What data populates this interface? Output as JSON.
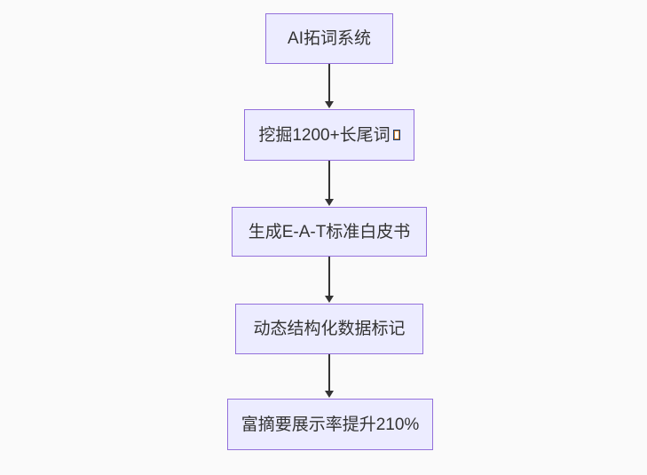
{
  "canvas": {
    "background_color": "#fafafa"
  },
  "diagram": {
    "type": "flowchart",
    "direction": "top-down",
    "node_fill_color": "#ececff",
    "node_border_color": "#9370db",
    "node_text_color": "#333333",
    "arrow_color": "#333333",
    "nodes": [
      {
        "id": "node-1",
        "label": "AI拓词系统"
      },
      {
        "id": "node-2",
        "label": "挖掘1200+长尾词",
        "trailing_missing_glyph": "□"
      },
      {
        "id": "node-3",
        "label": "生成E-A-T标准白皮书"
      },
      {
        "id": "node-4",
        "label": "动态结构化数据标记"
      },
      {
        "id": "node-5",
        "label": "富摘要展示率提升210%"
      }
    ],
    "edges": [
      {
        "from": "node-1",
        "to": "node-2"
      },
      {
        "from": "node-2",
        "to": "node-3"
      },
      {
        "from": "node-3",
        "to": "node-4"
      },
      {
        "from": "node-4",
        "to": "node-5"
      }
    ]
  }
}
